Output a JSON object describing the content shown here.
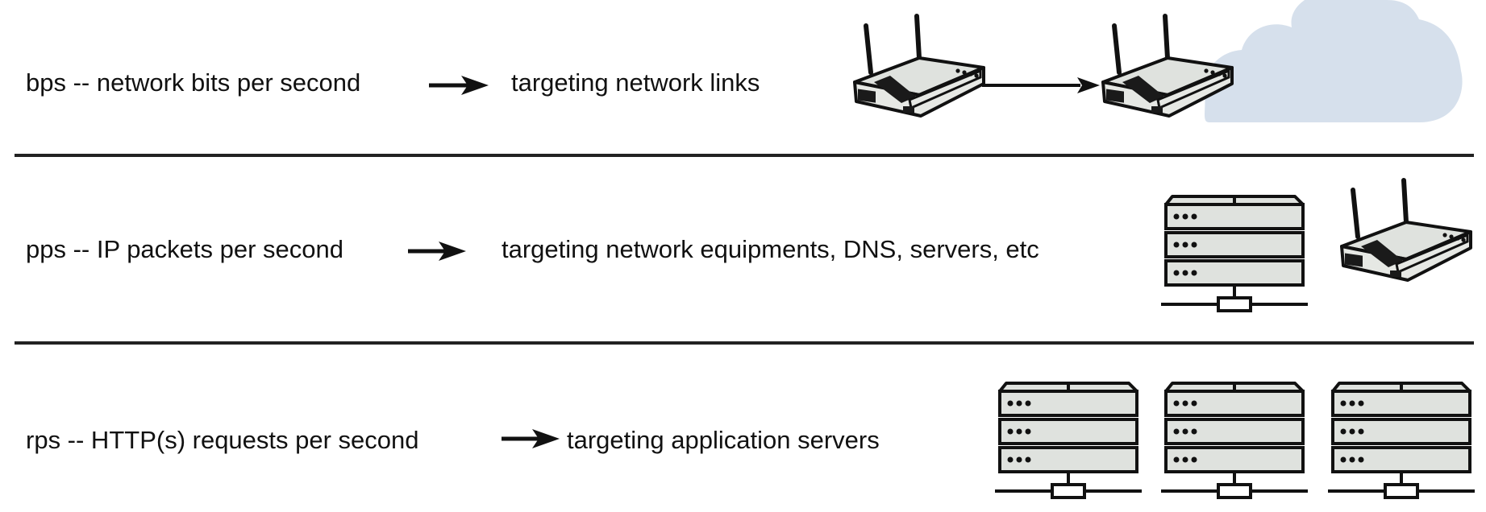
{
  "rows": [
    {
      "metric": "bps -- network bits per second",
      "target": "targeting network links",
      "icons": [
        "router-icon",
        "router-icon",
        "cloud-icon"
      ]
    },
    {
      "metric": "pps -- IP packets per second",
      "target": "targeting network equipments, DNS, servers, etc",
      "icons": [
        "server-rack-icon",
        "router-icon"
      ]
    },
    {
      "metric": "rps -- HTTP(s) requests per second",
      "target": "targeting application servers",
      "icons": [
        "server-rack-icon",
        "server-rack-icon",
        "server-rack-icon"
      ]
    }
  ],
  "colors": {
    "cloud": "#d6e0ec",
    "device_fill": "#dfe2de",
    "stroke": "#111111",
    "divider": "#222222"
  }
}
